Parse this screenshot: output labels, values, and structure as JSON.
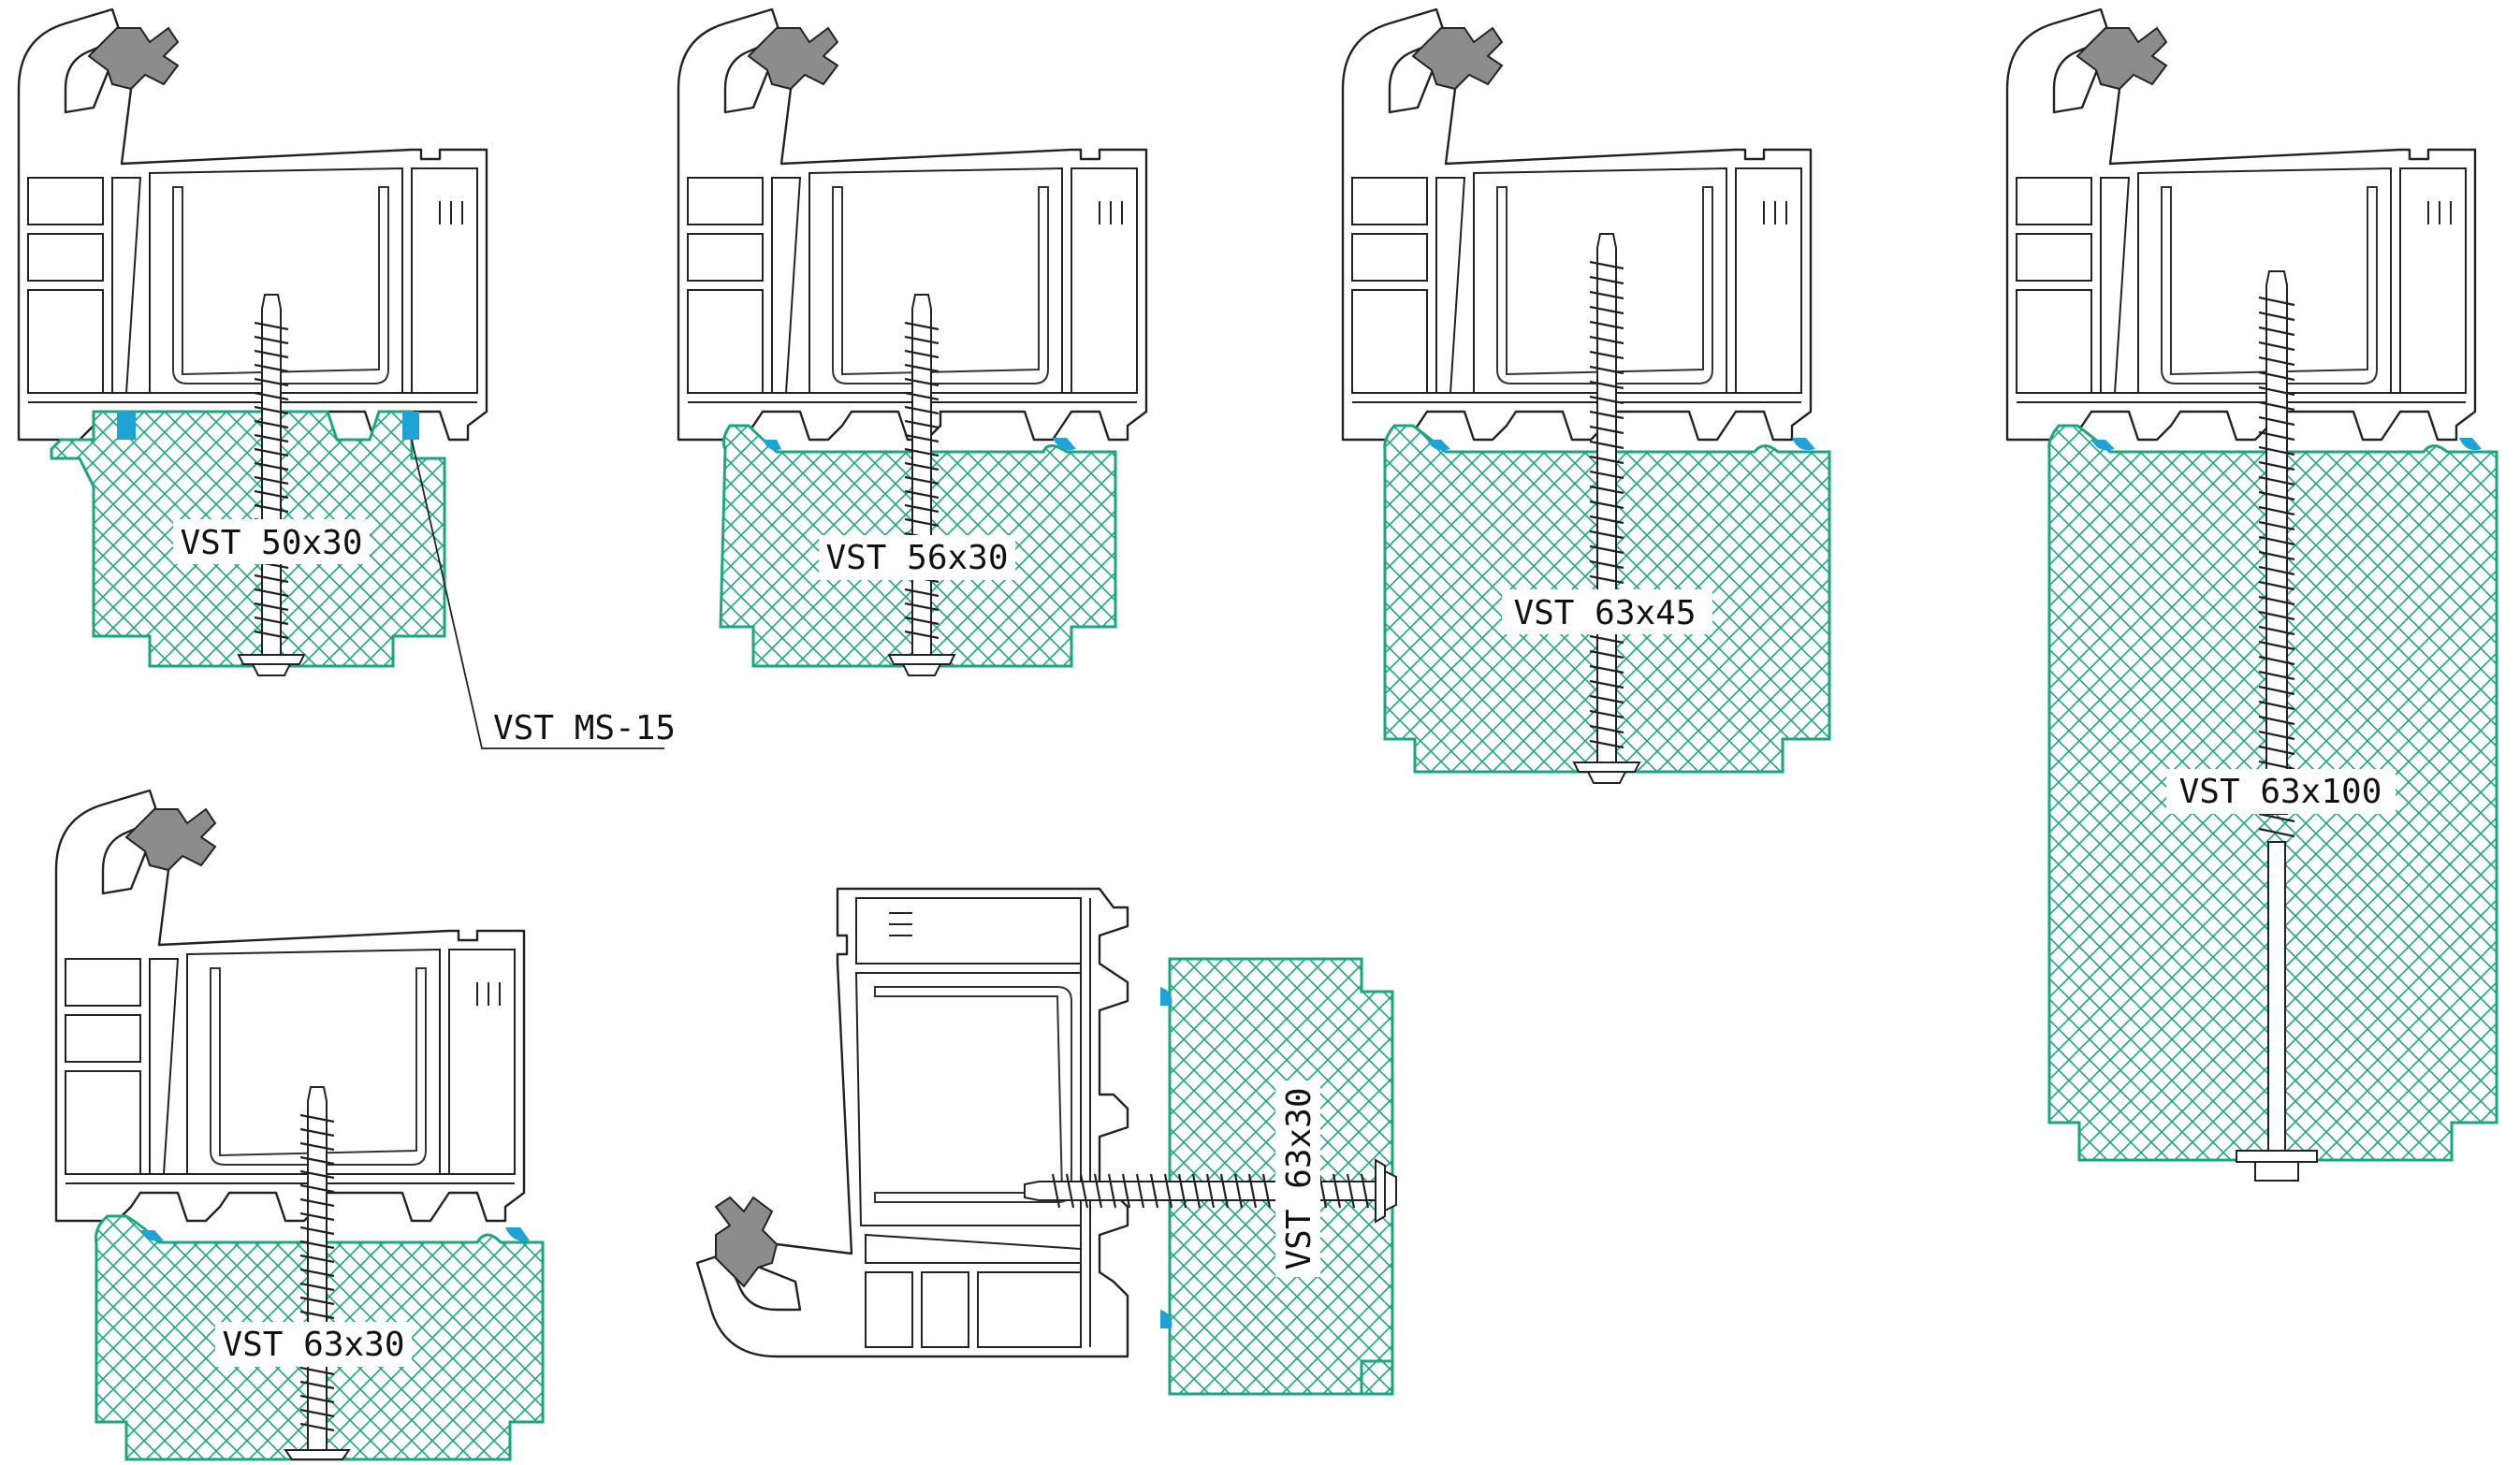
{
  "colors": {
    "insulation": "#1aa67f",
    "hatch": "#1aa67f",
    "sealant": "#1fa3d6",
    "outline": "#222222",
    "gasket": "#8c8c8c"
  },
  "labels": {
    "s1": "VST 50x30",
    "s2": "VST 56x30",
    "s3": "VST 63x45",
    "s4": "VST 63x100",
    "s5": "VST 63x30",
    "s6": "VST 63x30",
    "ms": "VST MS-15"
  },
  "icons": {
    "profile": "pvc-window-profile",
    "screw": "fastening-screw"
  }
}
